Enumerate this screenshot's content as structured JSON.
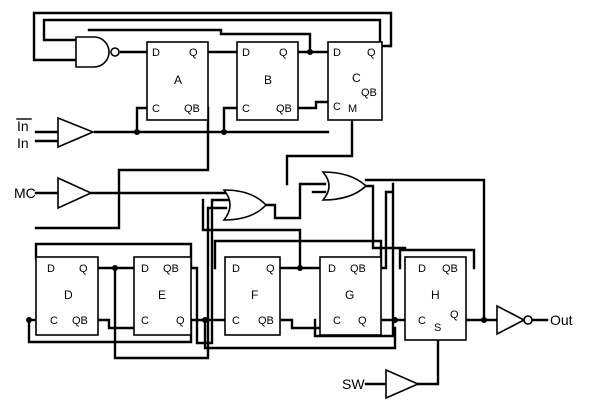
{
  "inputs": {
    "in_true": "In",
    "in_bar": "In",
    "mc": "MC",
    "sw": "SW"
  },
  "output": "Out",
  "flipflops": {
    "a": {
      "title": "A",
      "d": "D",
      "q": "Q",
      "c": "C",
      "qb": "QB"
    },
    "b": {
      "title": "B",
      "d": "D",
      "q": "Q",
      "c": "C",
      "qb": "QB"
    },
    "c": {
      "title": "C",
      "d": "D",
      "q": "Q",
      "qb": "QB",
      "c": "C",
      "m": "M"
    },
    "d": {
      "title": "D",
      "d": "D",
      "q": "Q",
      "c": "C",
      "qb": "QB"
    },
    "e": {
      "title": "E",
      "d": "D",
      "qb": "QB",
      "c": "C",
      "q": "Q"
    },
    "f": {
      "title": "F",
      "d": "D",
      "q": "Q",
      "c": "C",
      "qb": "QB"
    },
    "g": {
      "title": "G",
      "d": "D",
      "qb": "QB",
      "c": "C",
      "q": "Q"
    },
    "h": {
      "title": "H",
      "d": "D",
      "qb": "QB",
      "c": "C",
      "q": "Q",
      "s": "S"
    }
  }
}
